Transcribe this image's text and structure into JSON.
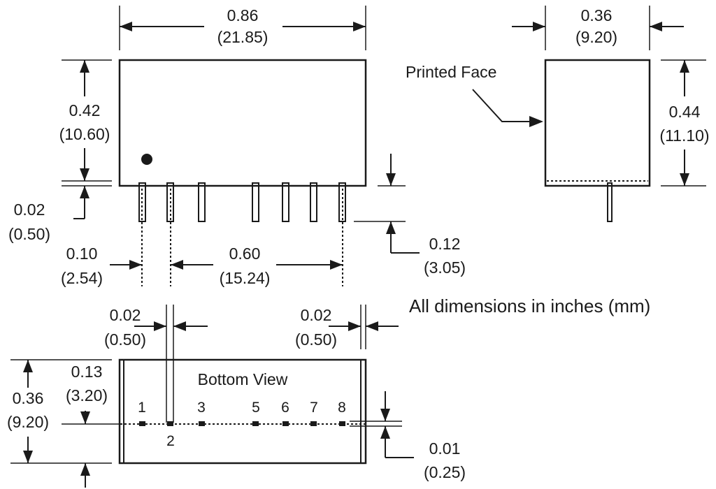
{
  "front_view": {
    "width": {
      "in": "0.86",
      "mm": "(21.85)"
    },
    "height": {
      "in": "0.42",
      "mm": "(10.60)"
    },
    "standoff": {
      "in": "0.02",
      "mm": "(0.50)"
    },
    "pin_length": {
      "in": "0.12",
      "mm": "(3.05)"
    },
    "pitch": {
      "in": "0.10",
      "mm": "(2.54)"
    },
    "span": {
      "in": "0.60",
      "mm": "(15.24)"
    }
  },
  "side_view": {
    "label": "Printed Face",
    "width": {
      "in": "0.36",
      "mm": "(9.20)"
    },
    "height": {
      "in": "0.44",
      "mm": "(11.10)"
    }
  },
  "note": "All dimensions in inches (mm)",
  "bottom_view": {
    "title": "Bottom View",
    "pin_width_left": {
      "in": "0.02",
      "mm": "(0.50)"
    },
    "pin_width_right": {
      "in": "0.02",
      "mm": "(0.50)"
    },
    "depth": {
      "in": "0.36",
      "mm": "(9.20)"
    },
    "row_offset": {
      "in": "0.13",
      "mm": "(3.20)"
    },
    "row_tolerance": {
      "in": "0.01",
      "mm": "(0.25)"
    },
    "pins": [
      "1",
      "2",
      "3",
      "5",
      "6",
      "7",
      "8"
    ]
  },
  "colors": {
    "ink": "#1a1a1a",
    "background": "#ffffff"
  }
}
